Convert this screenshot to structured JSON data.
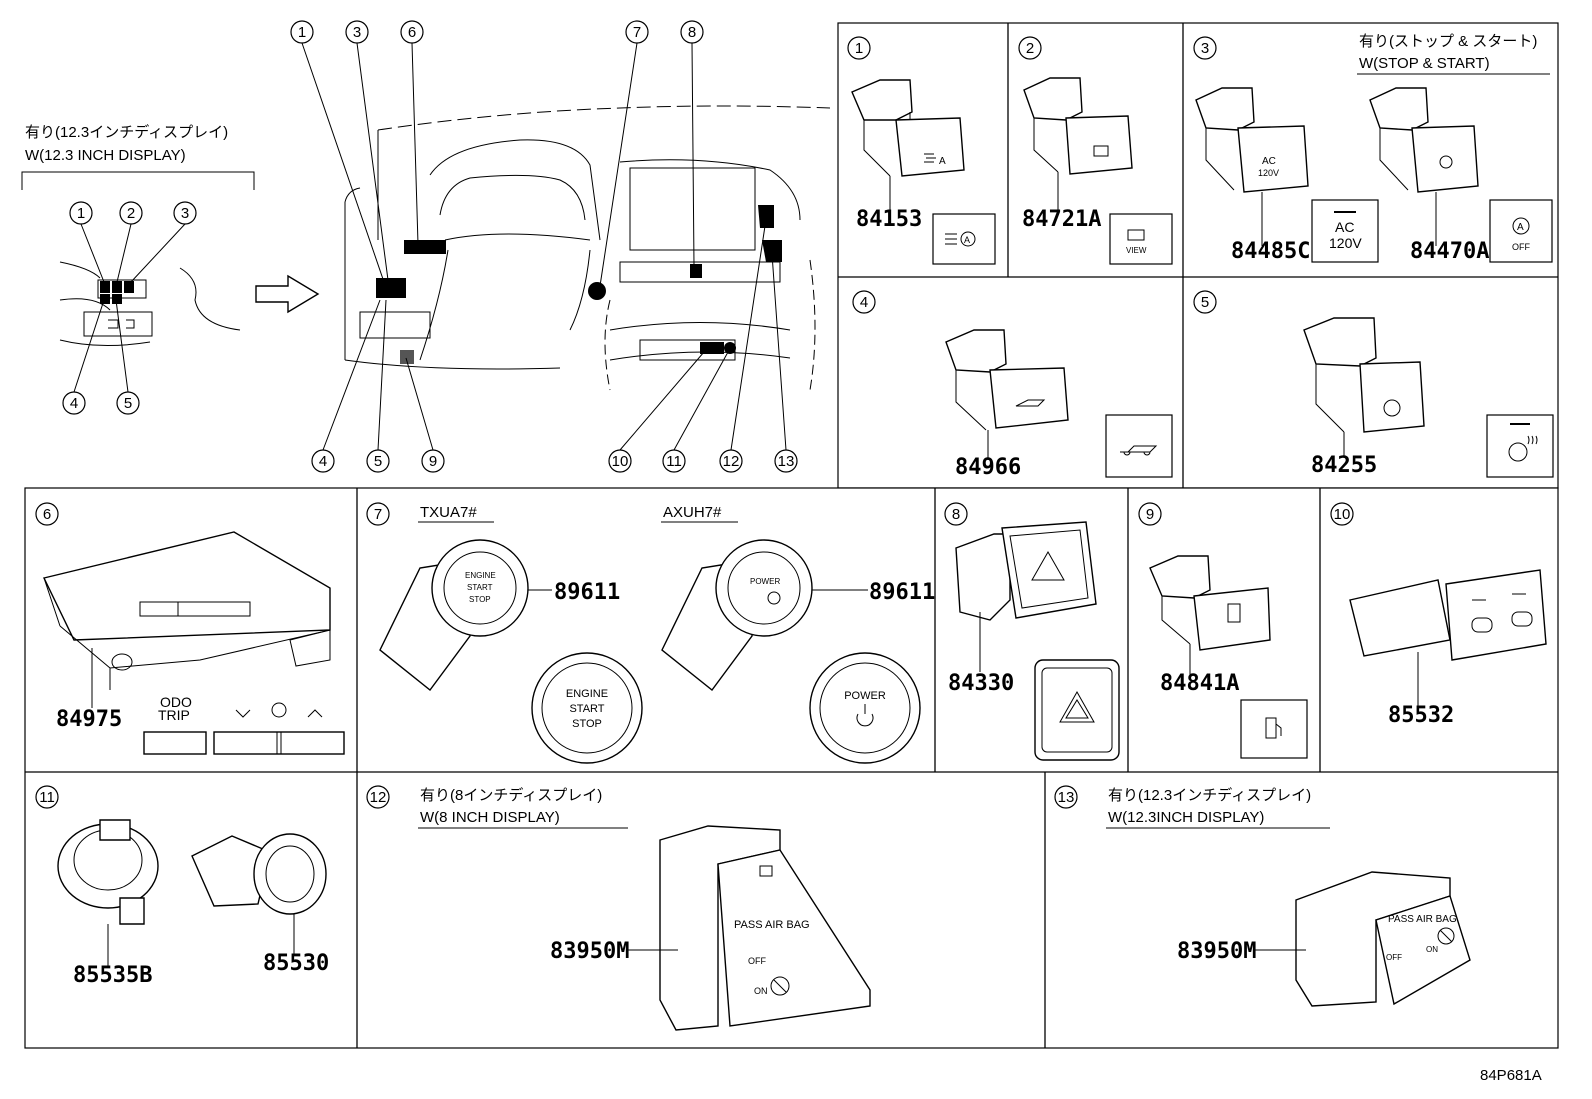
{
  "overview": {
    "inset_caption_jp": "有り(12.3インチディスプレイ)",
    "inset_caption_en": "W(12.3 INCH DISPLAY)",
    "inset_callouts": [
      "1",
      "2",
      "3",
      "4",
      "5"
    ],
    "callouts": [
      "1",
      "3",
      "6",
      "7",
      "8",
      "4",
      "5",
      "9",
      "10",
      "11",
      "12",
      "13"
    ]
  },
  "panels": [
    {
      "id": "1",
      "parts": [
        "84153"
      ]
    },
    {
      "id": "2",
      "parts": [
        "84721A"
      ],
      "icon_text": "VIEW"
    },
    {
      "id": "3",
      "caption_jp": "有り(ストップ & スタート)",
      "caption_en": "W(STOP & START)",
      "parts": [
        "84485C",
        "84470A"
      ],
      "icon_text": [
        "AC",
        "120V",
        "OFF"
      ]
    },
    {
      "id": "4",
      "parts": [
        "84966"
      ]
    },
    {
      "id": "5",
      "parts": [
        "84255"
      ]
    },
    {
      "id": "6",
      "parts": [
        "84975"
      ],
      "labels": [
        "ODO",
        "TRIP"
      ]
    },
    {
      "id": "7",
      "variant_a": "TXUA7#",
      "variant_b": "AXUH7#",
      "parts": [
        "89611",
        "89611"
      ],
      "button_a": [
        "ENGINE",
        "START",
        "STOP"
      ],
      "button_b": "POWER"
    },
    {
      "id": "8",
      "parts": [
        "84330"
      ]
    },
    {
      "id": "9",
      "parts": [
        "84841A"
      ]
    },
    {
      "id": "10",
      "parts": [
        "85532"
      ]
    },
    {
      "id": "11",
      "parts": [
        "85535B",
        "85530"
      ]
    },
    {
      "id": "12",
      "caption_jp": "有り(8インチディスプレイ)",
      "caption_en": "W(8 INCH DISPLAY)",
      "parts": [
        "83950M"
      ],
      "device_text": [
        "PASS AIR BAG",
        "OFF",
        "ON"
      ]
    },
    {
      "id": "13",
      "caption_jp": "有り(12.3インチディスプレイ)",
      "caption_en": "W(12.3INCH DISPLAY)",
      "parts": [
        "83950M"
      ],
      "device_text": [
        "PASS AIR BAG",
        "OFF",
        "ON"
      ]
    }
  ],
  "footer": {
    "drawing_code": "84P681A"
  }
}
